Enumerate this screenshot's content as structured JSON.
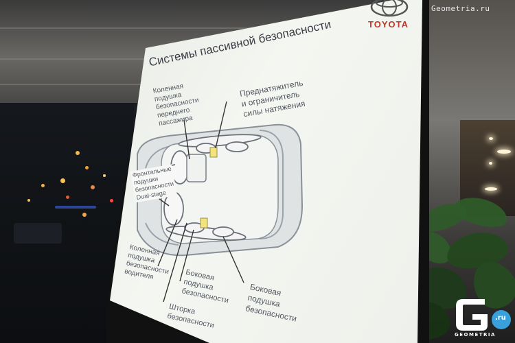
{
  "slide": {
    "title": "Системы пассивной безопасности",
    "brand": "TOYOTA",
    "labels": {
      "knee_front_passenger": "Коленная\nподушка\nбезопасности\nпереднего\nпассажира",
      "pretensioner": "Преднатяжитель\nи ограничитель\nсилы натяжения",
      "frontal_airbags": "Фронтальные\nподушки\nбезопасности\nDual-stage",
      "knee_driver": "Коленная\nподушка\nбезопасности\nводителя",
      "side_airbag_front": "Боковая\nподушка\nбезопасности",
      "curtain_airbag": "Шторка\nбезопасности",
      "side_airbag_rear": "Боковая\nподушка\nбезопасности"
    }
  },
  "watermark": {
    "text": "Geometria.ru",
    "logo_caption": "GEOMETRIA",
    "logo_badge": ".ru"
  },
  "colors": {
    "brand_red": "#c0392b",
    "screen": "#eef0eb",
    "car_outline": "#8a9098",
    "accent_blue": "#3aa0dc",
    "sensor_yellow": "#f2e47a"
  }
}
